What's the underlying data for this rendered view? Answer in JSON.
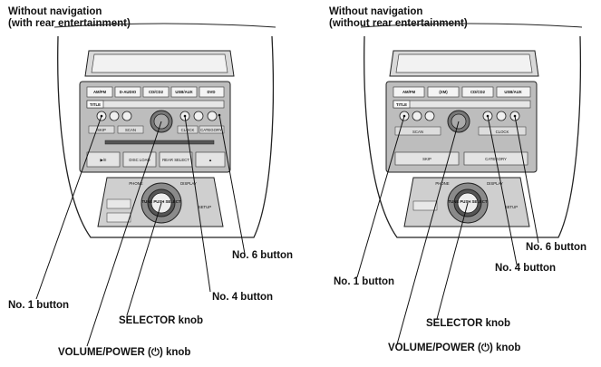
{
  "panels": [
    {
      "title_line1": "Without navigation",
      "title_line2": "(with rear entertainment)",
      "top_buttons": [
        "AM/FM",
        "D-AUDIO",
        "CD/CD2",
        "USB/AUX",
        "DVD"
      ],
      "small_left": "TITLE",
      "row2": [
        "SKIP",
        "SCAN",
        "CLOCK",
        "CATEGORY"
      ],
      "row3": [
        "▶/II",
        "DISC LOAD",
        "REAR SELECT",
        "▲"
      ],
      "knob_label": "TUNE PUSH SELECT",
      "knob_top_left": "PHONE",
      "knob_top_right": "DISPLAY",
      "knob_bottom_right": "SETUP",
      "callouts": {
        "no6": "No. 6 button",
        "no1": "No. 1 button",
        "no4": "No. 4 button",
        "selector": "SELECTOR knob",
        "volume": "VOLUME/POWER (⏻) knob"
      }
    },
    {
      "title_line1": "Without navigation",
      "title_line2": "(without rear entertainment)",
      "top_buttons": [
        "AM/FM",
        "(XM)",
        "CD/CD2",
        "USB/AUX"
      ],
      "small_left": "TITLE",
      "row2": [
        "SCAN",
        "CLOCK"
      ],
      "row3": [
        "SKIP",
        "CATEGORY"
      ],
      "knob_label": "TUNE PUSH SELECT",
      "knob_top_left": "PHONE",
      "knob_top_right": "DISPLAY",
      "knob_bottom_right": "SETUP",
      "callouts": {
        "no6": "No. 6 button",
        "no4": "No. 4 button",
        "no1": "No. 1 button",
        "selector": "SELECTOR knob",
        "volume": "VOLUME/POWER (⏻) knob"
      }
    }
  ]
}
